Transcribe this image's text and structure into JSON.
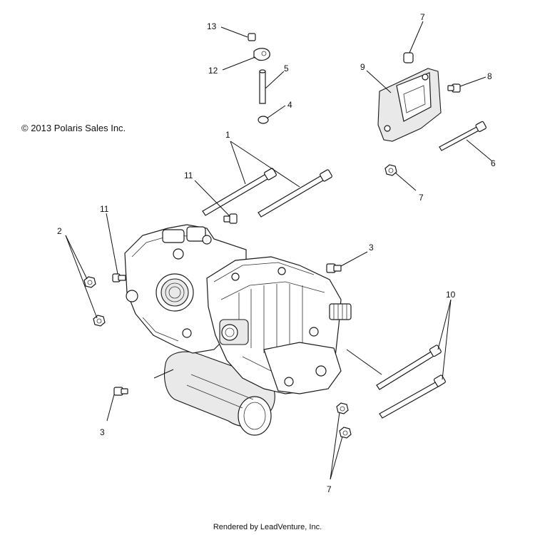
{
  "copyright": "© 2013 Polaris Sales Inc.",
  "footer": "Rendered by LeadVenture, Inc.",
  "callouts": {
    "c1": "1",
    "c2": "2",
    "c3a": "3",
    "c3b": "3",
    "c4": "4",
    "c5": "5",
    "c6": "6",
    "c7a": "7",
    "c7b": "7",
    "c7c": "7",
    "c8": "8",
    "c9": "9",
    "c10": "10",
    "c11a": "11",
    "c11b": "11",
    "c12": "12",
    "c13": "13"
  }
}
